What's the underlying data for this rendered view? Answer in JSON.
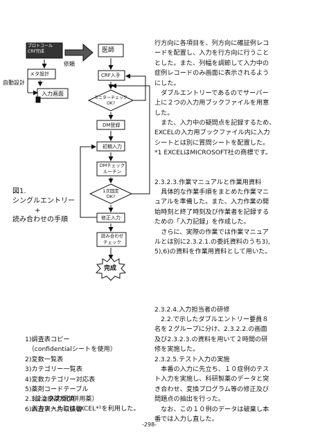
{
  "flow": {
    "protocol": "プロトコール\nCRF完成",
    "request": "依頼",
    "medical": "医師",
    "meta": "メタ設計",
    "self_design": "自動設計",
    "input_screen": "入力画面",
    "crf_receive": "CRF入手",
    "monitor_check": "モニターチェック\nOK?",
    "dm_register": "DM登録",
    "first_input": "初期入力",
    "dm_check_routine": "DMチェック\nルーチン",
    "first_fix": "1次固定\nOK?",
    "correct_input": "修正入力",
    "readback_check": "読み合わせ\nチェック",
    "complete": "完成"
  },
  "figure": {
    "label": "図1.",
    "line1": "シングルエントリー",
    "plus": "+",
    "line2": "読み合わせの手順"
  },
  "right": {
    "p1": [
      "行方向に各項目を、列方向に確証例レコ",
      "ードを配置し、入力を行方向に行うこと",
      "とした。また、列幅を調節して入力中の",
      "症例レコードのみ画面に表示されるよう",
      "にした。"
    ],
    "p2": [
      "　ダブルエントリーであるのでサーバー",
      "上に２つの入力用ブックファイルを用意",
      "した。"
    ],
    "p3": [
      "　また、入力中の疑問点を記録するため、",
      "EXCELの入力用ブックファイル内に入力",
      "シートとは別に質問シートを配置した。"
    ],
    "note": "*1 EXCELはMICROSOFT社の商標です。",
    "s1_title": "2.3.2.3.作業マニュアルと作業用資料",
    "s1": [
      "　具体的な作業手順をまとめた作業マニ",
      "ュアルを準備した。また、入力作業の開",
      "始時刻と終了時刻及び作業者を記録する",
      "ための「入力記録」を作成した。",
      "　さらに、実際の作業では作業マニュア",
      "ルとは別に2.3.2.1.の委託資料のうち3),",
      "5),6)の資料を作業用資料として用いた。"
    ],
    "s2_title": "2.3.2.4.入力担当者の研修",
    "s2": [
      "　2.2.で示したダブルエントリー要員８",
      "名を２グループに分け、2.3.2.2.の画面",
      "及び2.3.2.3.の資料を用いて２時間の研",
      "修を実施した。"
    ],
    "s3_title": "2.3.2.5.テスト入力の実施",
    "s3": [
      "　本番の入力に先立ち、１０症例のテス",
      "ト入力を実施し、科研製薬のデータと突",
      "き合わせ、変換プログラム等の修正及び",
      "問題点の抽出を行った。",
      "　なお、この１０例のデータは破棄し本",
      "番では入力し直した。"
    ]
  },
  "left": {
    "list": [
      "1)調査表コピー",
      "　（confidentialシートを使用）",
      "2)変数一覧表",
      "3)カテゴリー一覧表",
      "4)変数カテゴリー対応表",
      "5)薬剤コードテーブル",
      "　（前治療薬及び併用薬）",
      "6)調査表入力取扱書"
    ],
    "sec_title": "2.3.2.2.入力環境",
    "sec_line": "　入力ツールにはEXCEL*¹を利用した。"
  },
  "page_number": "-298-"
}
